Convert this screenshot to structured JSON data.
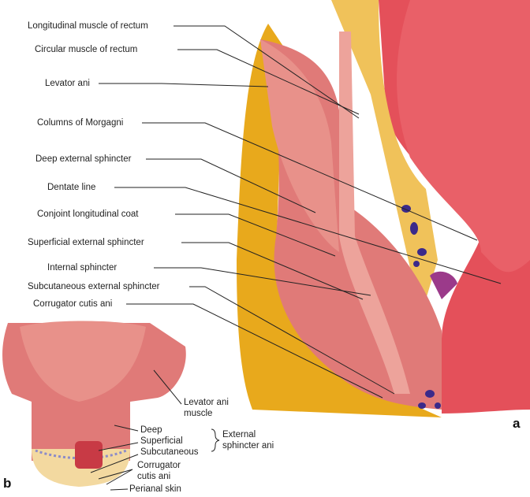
{
  "panel_a": {
    "letter": "a",
    "labels": [
      "Longitudinal muscle of rectum",
      "Circular muscle of rectum",
      "Levator ani",
      "Columns of Morgagni",
      "Deep external sphincter",
      "Dentate line",
      "Conjoint longitudinal coat",
      "Superficial external sphincter",
      "Internal sphincter",
      "Subcutaneous external sphincter",
      "Corrugator cutis ani"
    ]
  },
  "panel_b": {
    "letter": "b",
    "levator_line1": "Levator ani",
    "levator_line2": "muscle",
    "deep": "Deep",
    "superficial": "Superficial",
    "subcutaneous": "Subcutaneous",
    "external_line1": "External",
    "external_line2": "sphincter ani",
    "corrugator_line1": "Corrugator",
    "corrugator_line2": "cutis ani",
    "perianal": "Perianal skin"
  },
  "colors": {
    "fat": "#e8a91c",
    "muscle": "#e07a78",
    "muscle_light": "#eda39b",
    "rectum": "#e4505a",
    "vein": "#3b2a8a",
    "skin": "#f3d9a0"
  }
}
